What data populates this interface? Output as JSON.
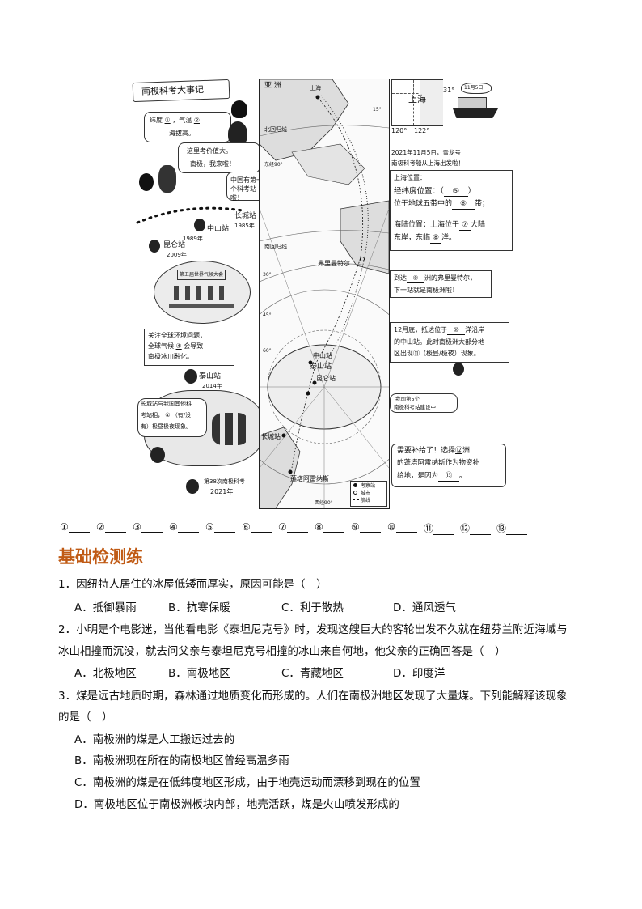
{
  "figure": {
    "title_banner": "南极科考大事记",
    "bubble_latitude": [
      "纬度",
      "①",
      "，气温",
      "②",
      "海拔高。"
    ],
    "bubble_value": [
      "这里考价值大。",
      "南极，我来啦！"
    ],
    "bubble_china_first": "中国有第一个科考站啦！",
    "label_changcheng": "长城站",
    "label_changcheng_year": "1985年",
    "label_zhongshan": "中山站",
    "label_zhongshan_year": "1989年",
    "label_kunlun": "昆仑站",
    "label_kunlun_year": "2009年",
    "meeting_banner": "第五届世界气候大会",
    "bubble_climate": [
      "关注全球环境问题，",
      "全球气候",
      "④",
      "会导致",
      "南极冰川融化。"
    ],
    "label_taishan": "泰山站",
    "label_taishan_year": "2014年",
    "bubble_fifth_station": [
      "长城站与我国其他科",
      "考站相，",
      "④",
      "（有/没",
      "有）极昼极夜现象。"
    ],
    "label_38th": "第38次南极科考",
    "label_38th_year": "2021年",
    "map_labels": {
      "asia": "亚 洲",
      "shanghai": "上海",
      "north_tropic": "北回归线",
      "east90": "东经90°",
      "south_tropic": "南回归线",
      "fremantle": "弗里曼特尔",
      "zhongshan": "中山站",
      "taishan": "泰山站",
      "kunlun": "昆仑站",
      "changcheng": "长城站",
      "punta": "蓬塔阿雷纳斯",
      "west90": "西经90°",
      "lat15": "15°",
      "lat30": "30°",
      "lat45": "45°",
      "lat60": "60°"
    },
    "legend": [
      "考察站",
      "城市",
      "航线"
    ],
    "inset": {
      "city": "上海",
      "lat": "31°",
      "lon1": "120°",
      "lon2": "122°",
      "date_tag": "11月5日"
    },
    "departure_text": [
      "2021年11月5日，雪龙号",
      "南极科考船从上海出发啦！"
    ],
    "shanghai_box": [
      "上海位置：",
      "经纬度位置：（",
      "⑤",
      "）",
      "位于地球五带中的",
      "⑥",
      "带；",
      "海陆位置：上海位于",
      "⑦",
      "大陆",
      "东岸，东临",
      "⑧",
      "洋。"
    ],
    "fremantle_box": [
      "到达",
      "⑨",
      "洲的弗里曼特尔，",
      "下一站就是南极洲啦！"
    ],
    "december_box": [
      "12月底，抵达位于",
      "⑩",
      "洋沿岸",
      "的中山站。此时南极洲大部分地",
      "区出现",
      "⑪",
      "（极昼/极夜）现象。"
    ],
    "fifth_station_tag": [
      "我国第5个",
      "南极科考站建设中"
    ],
    "supply_box": [
      "需要补给了！选择",
      "⑫",
      "洲",
      "的蓬塔阿雷纳斯作为物资补",
      "给地，是因为",
      "⑬",
      "。"
    ]
  },
  "answer_slots": [
    "①",
    "②",
    "③",
    "④",
    "⑤",
    "⑥",
    "⑦",
    "⑧",
    "⑨",
    "⑩",
    "⑪",
    "⑫",
    "⑬"
  ],
  "section_title": "基础检测练",
  "questions": [
    {
      "stem": "1．因纽特人居住的冰屋低矮而厚实，原因可能是（　）",
      "options": [
        "A．抵御暴雨",
        "B．抗寒保暖",
        "C．利于散热",
        "D．通风透气"
      ]
    },
    {
      "stem_lines": [
        "2．小明是个电影迷，当他看电影《泰坦尼克号》时，发现这艘巨大的客轮出发不久就在纽芬兰附近海域与",
        "冰山相撞而沉没，就去问父亲与泰坦尼克号相撞的冰山来自何地，他父亲的正确回答是（　）"
      ],
      "options": [
        "A．北极地区",
        "B．南极地区",
        "C．青藏地区",
        "D．印度洋"
      ]
    },
    {
      "stem_lines": [
        "3．煤是远古地质时期，森林通过地质变化而形成的。人们在南极洲地区发现了大量煤。下列能解释该现象",
        "的是（　）"
      ],
      "options": [
        "A．南极洲的煤是人工搬运过去的",
        "B．南极洲现在所在的南极地区曾经高温多雨",
        "C．南极洲的煤是在低纬度地区形成，由于地壳运动而漂移到现在的位置",
        "D．南极地区位于南极洲板块内部，地壳活跃，煤是火山喷发形成的"
      ]
    }
  ]
}
